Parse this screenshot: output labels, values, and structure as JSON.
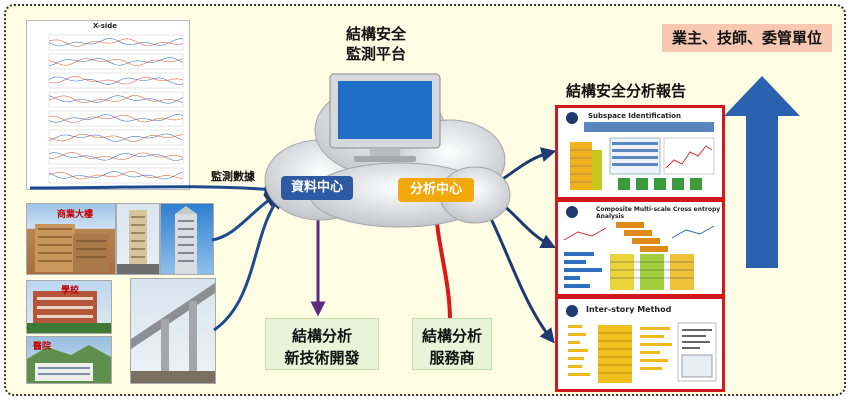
{
  "title": {
    "line1": "結構安全",
    "line2": "監測平台"
  },
  "stakeholders": "業主、技師、委管單位",
  "report_title": "結構安全分析報告",
  "data_center": "資料中心",
  "analysis_center": "分析中心",
  "monitoring_data": "監測數據",
  "tech_dev": {
    "line1": "結構分析",
    "line2": "新技術開發"
  },
  "service": {
    "line1": "結構分析",
    "line2": "服務商"
  },
  "buildings": {
    "commercial": "商業大樓",
    "school": "學校",
    "hospital": "醫院"
  },
  "waveform_panel": {
    "title": "X-side"
  },
  "reports": [
    {
      "heading": "Subspace Identification"
    },
    {
      "heading": "Composite  Multi-scale  Cross entropy  Analysis"
    },
    {
      "heading": "Inter-story Method"
    }
  ],
  "colors": {
    "arrow_navy": "#1e3a70",
    "arrow_purple": "#5b2a86",
    "arrow_red": "#d91a1a",
    "big_arrow": "#2a62b0",
    "data_center": "#2f5aa3",
    "analysis_center": "#f1a80a",
    "report_border": "#d4171b",
    "stakeholder_bg": "#f9c8b2"
  }
}
